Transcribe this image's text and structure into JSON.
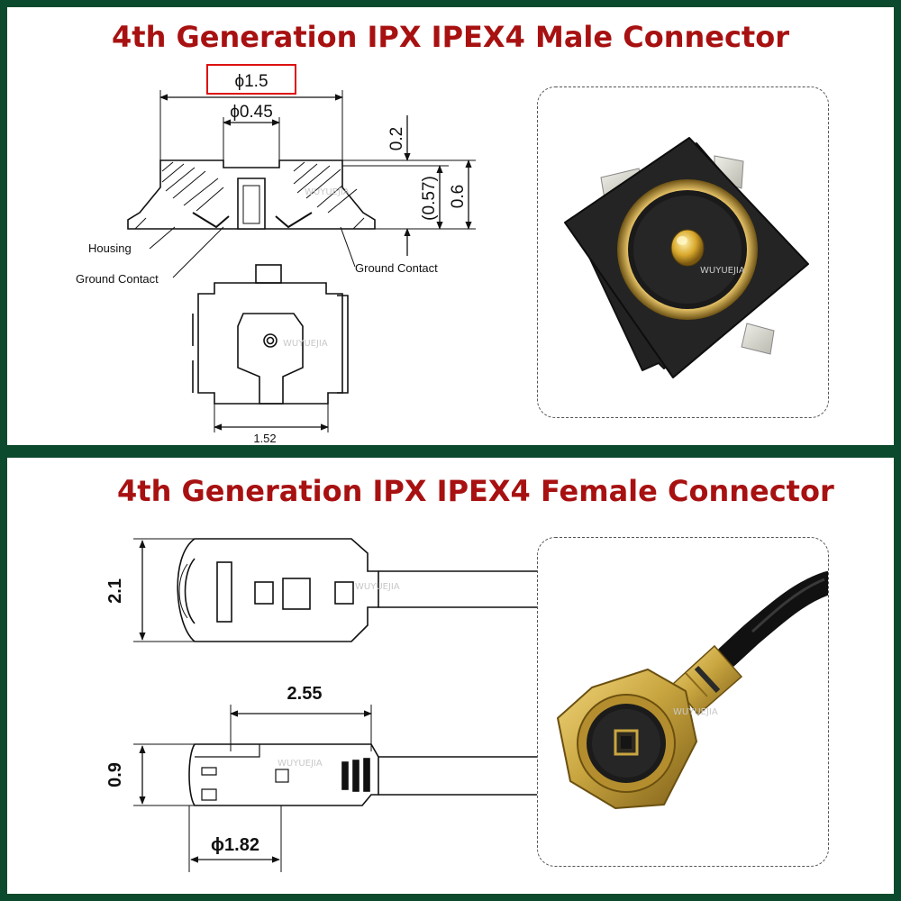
{
  "male": {
    "title": "4th Generation IPX IPEX4 Male Connector",
    "dim_outer_diameter": "ϕ1.5",
    "dim_inner_diameter": "ϕ0.45",
    "dim_top_gap": "0.2",
    "dim_body_ref": "(0.57)",
    "dim_total_height": "0.6",
    "label_housing": "Housing",
    "label_ground_contact_left": "Ground Contact",
    "label_ground_contact_right": "Ground Contact",
    "dim_footprint_width": "1.52",
    "watermark": "WUYUEJIA"
  },
  "female": {
    "title": "4th Generation IPX IPEX4 Female Connector",
    "dim_width": "2.1",
    "dim_length": "2.55",
    "dim_height": "0.9",
    "dim_diameter": "ϕ1.82",
    "watermark": "WUYUEJIA"
  },
  "colors": {
    "background": "#0b4a2c",
    "heading": "#a81111",
    "highlight_box": "#d11",
    "gold": "#c9a640",
    "housing_black": "#222222"
  }
}
